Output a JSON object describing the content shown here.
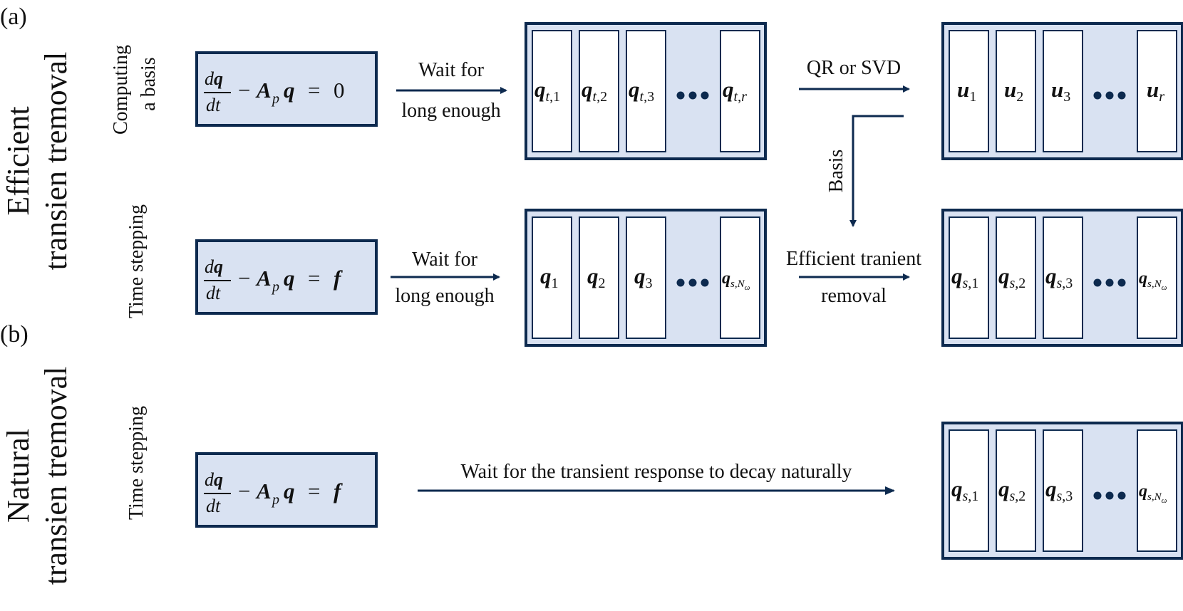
{
  "panels": {
    "a": "(a)",
    "b": "(b)"
  },
  "side_titles": {
    "a_line1": "Efficient",
    "a_line2": "transien tremoval",
    "b_line1": "Natural",
    "b_line2": "transien tremoval"
  },
  "row_labels": {
    "r1_line1": "Computing",
    "r1_line2": "a basis",
    "r2": "Time stepping",
    "r3": "Time stepping"
  },
  "equations": {
    "e1_rhs": "0"
  },
  "arrows": {
    "a1_top": "Wait for",
    "a1_bottom": "long enough",
    "a2_top": "QR or SVD",
    "basis": "Basis",
    "a3_top": "Wait for",
    "a3_bottom": "long enough",
    "a4_top": "Efficient tranient",
    "a4_bottom": "removal",
    "a5": "Wait for the transient response to decay naturally"
  },
  "colors": {
    "navy": "#0d2a4f",
    "fill": "#d9e2f2"
  }
}
